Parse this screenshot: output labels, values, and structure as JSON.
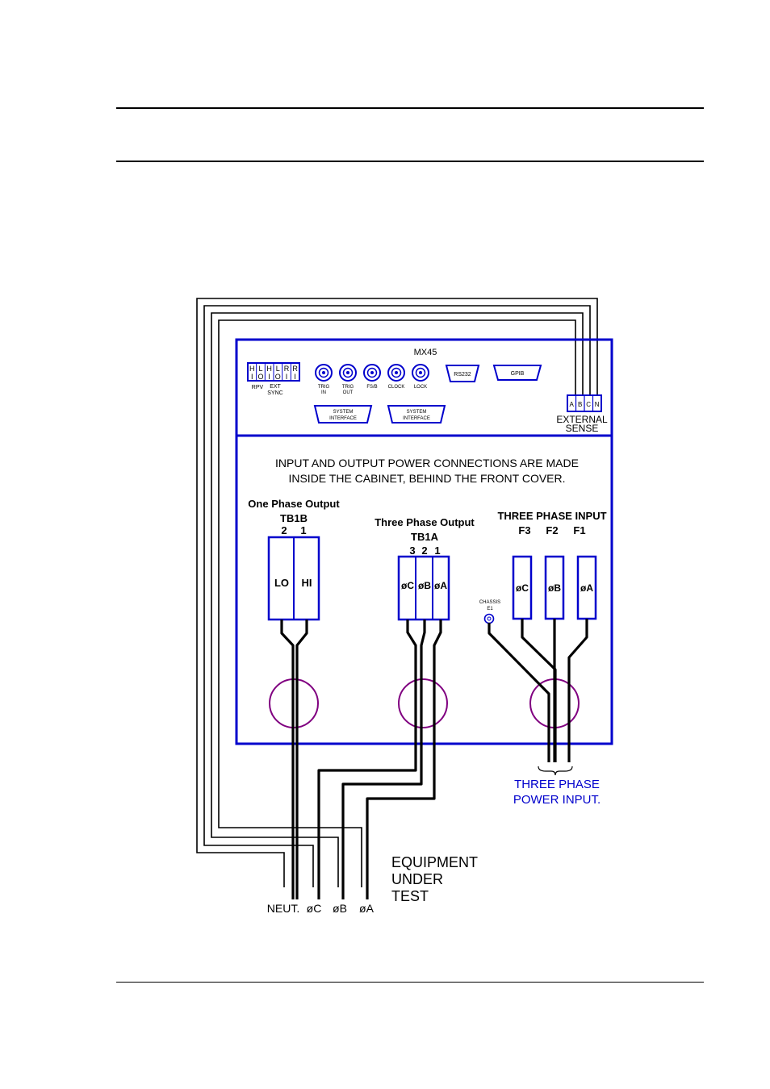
{
  "diagram": {
    "model": "MX45",
    "rear_panel": {
      "hl_labels": [
        "H",
        "L",
        "H",
        "L",
        "R",
        "R"
      ],
      "io_labels": [
        "I",
        "O",
        "I",
        "O",
        "I",
        "I"
      ],
      "rpv_label": "RPV",
      "ext_label": "EXT",
      "sync_label": "SYNC",
      "bnc": [
        "TRIG IN",
        "TRIG OUT",
        "FS/B",
        "CLOCK",
        "LOCK"
      ],
      "bnc_lines": [
        [
          "TRIG",
          "IN"
        ],
        [
          "TRIG",
          "OUT"
        ],
        [
          "FS/B"
        ],
        [
          "CLOCK"
        ],
        [
          "LOCK"
        ]
      ],
      "rs232": "RS232",
      "gpib": "GPIB",
      "sys_interface": [
        "SYSTEM",
        "INTERFACE"
      ],
      "sense_terms": [
        "A",
        "B",
        "C",
        "N"
      ],
      "external": "EXTERNAL",
      "sense": "SENSE"
    },
    "note": [
      "INPUT AND OUTPUT POWER CONNECTIONS ARE MADE",
      "INSIDE THE CABINET, BEHIND THE FRONT COVER."
    ],
    "one_phase": {
      "title": "One Phase Output",
      "tb": "TB1B",
      "nums": [
        "2",
        "1"
      ],
      "cells": [
        "LO",
        "HI"
      ]
    },
    "three_out": {
      "title": "Three Phase Output",
      "tb": "TB1A",
      "nums": [
        "3",
        "2",
        "1"
      ],
      "cells": [
        "øC",
        "øB",
        "øA"
      ]
    },
    "three_in": {
      "title": "THREE PHASE INPUT",
      "nums": [
        "F3",
        "F2",
        "F1"
      ],
      "cells": [
        "øC",
        "øB",
        "øA"
      ]
    },
    "chassis": [
      "CHASSIS",
      "E1"
    ],
    "power_input": [
      "THREE PHASE",
      "POWER INPUT."
    ],
    "eut": [
      "EQUIPMENT",
      "UNDER",
      "TEST"
    ],
    "bottom": [
      "NEUT.",
      "øC",
      "øB",
      "øA"
    ],
    "colors": {
      "blue": "#0000cc",
      "black": "#000000",
      "purple": "#800080"
    }
  }
}
